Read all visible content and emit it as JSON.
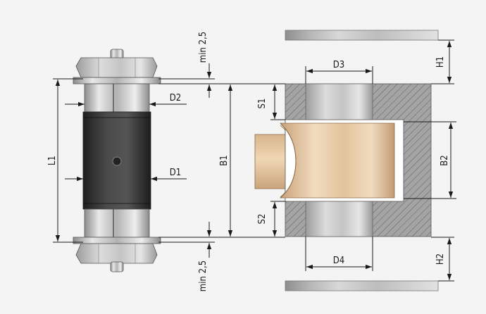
{
  "labels": {
    "min_top": "min 2,5",
    "min_bottom": "min 2,5",
    "d1": "D1",
    "d2": "D2",
    "d3": "D3",
    "d4": "D4",
    "l1": "L1",
    "b1": "B1",
    "b2": "B2",
    "s1": "S1",
    "s2": "S2",
    "h1": "H1",
    "h2": "H2"
  },
  "colors": {
    "background": "#f4f4f4",
    "hatch_fill": "#a4a4a4",
    "sleeve_dark": "#3a3a3a",
    "bushing_gold": "#e4c9a2"
  }
}
